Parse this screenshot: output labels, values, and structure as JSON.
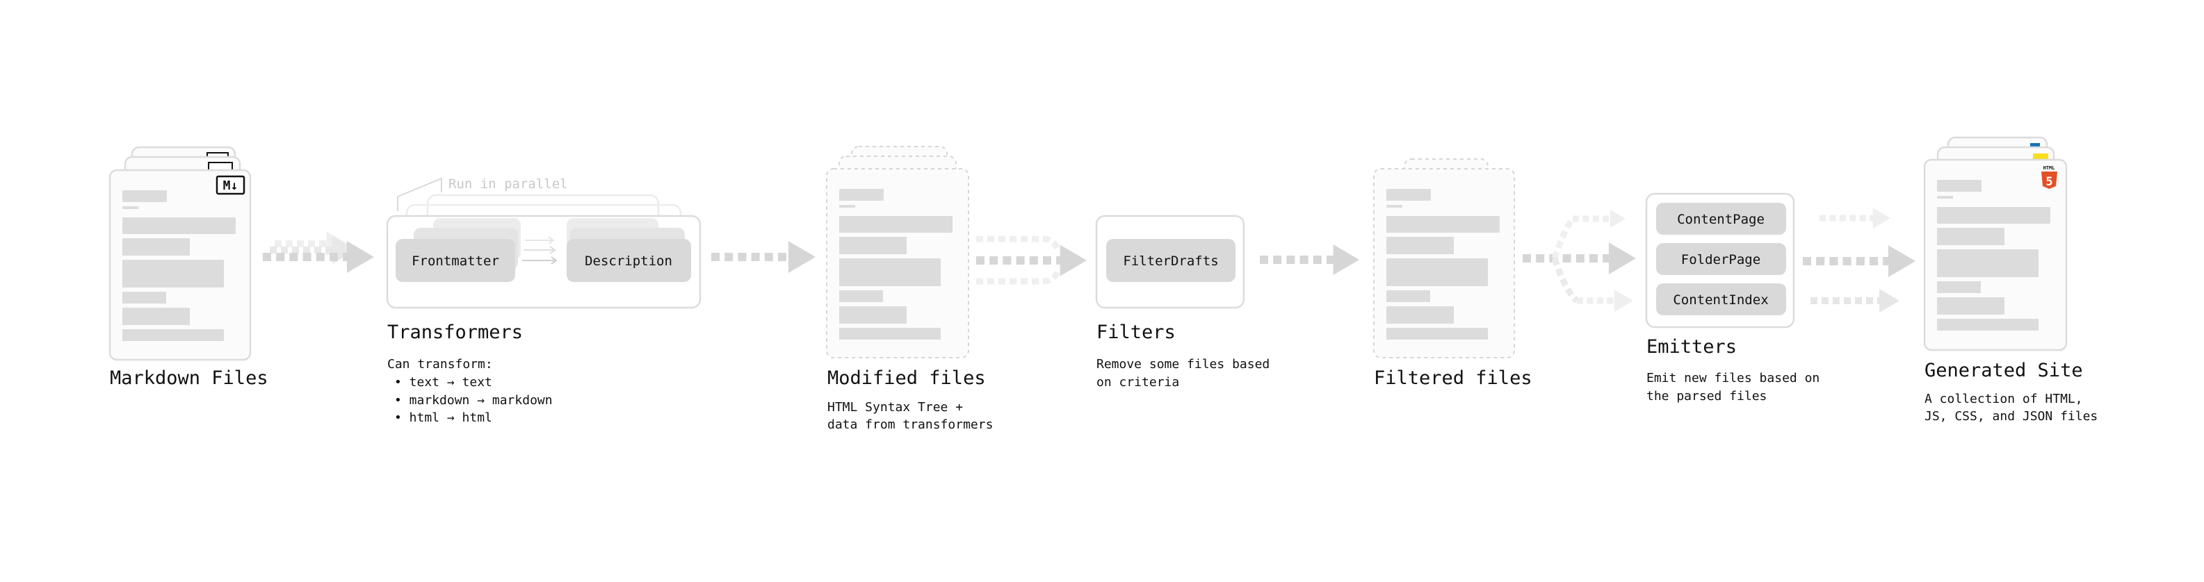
{
  "colors": {
    "bar": "#dcdcdc",
    "pill": "#d9d9d9",
    "arrow": "#d6d6d6",
    "arrow_faint": "#efefef",
    "html5": "#e34f26",
    "js": "#f7df1e",
    "css": "#1572b6"
  },
  "stages": {
    "markdown": {
      "label": "Markdown Files",
      "badge": "M↓",
      "icon": "markdown-icon"
    },
    "transformers": {
      "note": "Run in parallel",
      "plugins": [
        "Frontmatter",
        "Description"
      ],
      "title": "Transformers",
      "desc_intro": "Can transform:",
      "bullets": [
        "• text → text",
        "• markdown → markdown",
        "• html → html"
      ]
    },
    "modified": {
      "label": "Modified files",
      "desc": [
        "HTML Syntax Tree +",
        "data from transformers"
      ]
    },
    "filters": {
      "plugins": [
        "FilterDrafts"
      ],
      "title": "Filters",
      "desc": [
        "Remove some files based",
        "on criteria"
      ]
    },
    "filtered": {
      "label": "Filtered files"
    },
    "emitters": {
      "plugins": [
        "ContentPage",
        "FolderPage",
        "ContentIndex"
      ],
      "title": "Emitters",
      "desc": [
        "Emit new files based on",
        "the parsed files"
      ]
    },
    "generated": {
      "label": "Generated Site",
      "desc": [
        "A collection of HTML,",
        "JS, CSS, and JSON files"
      ],
      "icons": [
        "html5-icon",
        "js-icon",
        "css-icon"
      ],
      "html5_caption": "HTML"
    }
  }
}
